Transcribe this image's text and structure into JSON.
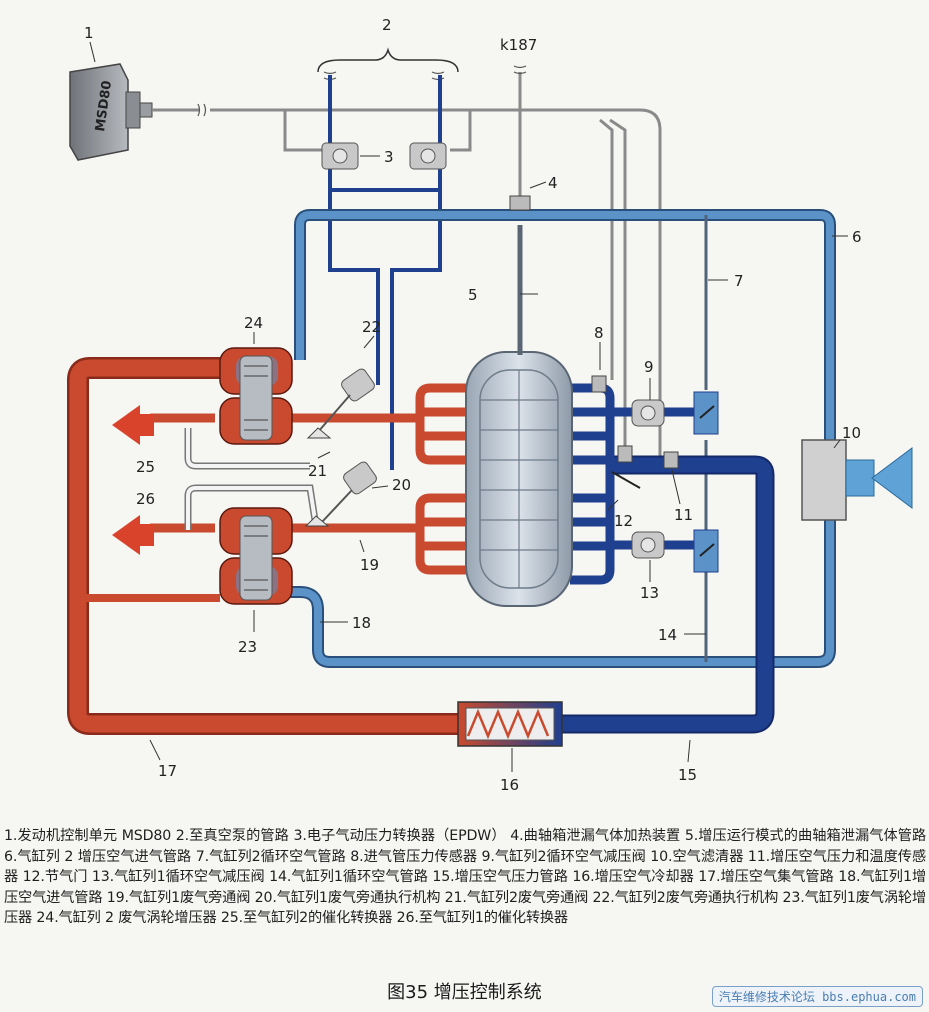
{
  "labels": {
    "n1": "1",
    "n2": "2",
    "n3": "3",
    "n4": "4",
    "n5": "5",
    "n6": "6",
    "n7": "7",
    "n8": "8",
    "n9": "9",
    "n10": "10",
    "n11": "11",
    "n12": "12",
    "n13": "13",
    "n14": "14",
    "n15": "15",
    "n16": "16",
    "n17": "17",
    "n18": "18",
    "n19": "19",
    "n20": "20",
    "n21": "21",
    "n22": "22",
    "n23": "23",
    "n24": "24",
    "n25": "25",
    "n26": "26",
    "k187": "k187",
    "ecu_text": "MSD80"
  },
  "legend": {
    "text": "1.发动机控制单元 MSD80 2.至真空泵的管路 3.电子气动压力转换器（EPDW） 4.曲轴箱泄漏气体加热装置 5.增压运行模式的曲轴箱泄漏气体管路 6.气缸列 2 增压空气进气管路 7.气缸列2循环空气管路 8.进气管压力传感器 9.气缸列2循环空气减压阀 10.空气滤清器 11.增压空气压力和温度传感器 12.节气门 13.气缸列1循环空气减压阀 14.气缸列1循环空气管路 15.增压空气压力管路 16.增压空气冷却器 17.增压空气集气管路 18.气缸列1增压空气进气管路 19.气缸列1废气旁通阀 20.气缸列1废气旁通执行机构 21.气缸列2废气旁通阀 22.气缸列2废气旁通执行机构 23.气缸列1废气涡轮增压器 24.气缸列 2 废气涡轮增压器 25.至气缸列2的催化转换器 26.至气缸列1的催化转换器"
  },
  "figure_title": "图35  增压控制系统",
  "watermark": "汽车维修技术论坛 bbs.ephua.com",
  "colors": {
    "hot_exhaust": "#c94a2e",
    "cold_intake": "#5b93c8",
    "pressure_charge": "#1f3f8f",
    "vacuum_line": "#8a8a8a",
    "arrow_red": "#d9432c",
    "arrow_blue": "#5fa3d6"
  }
}
